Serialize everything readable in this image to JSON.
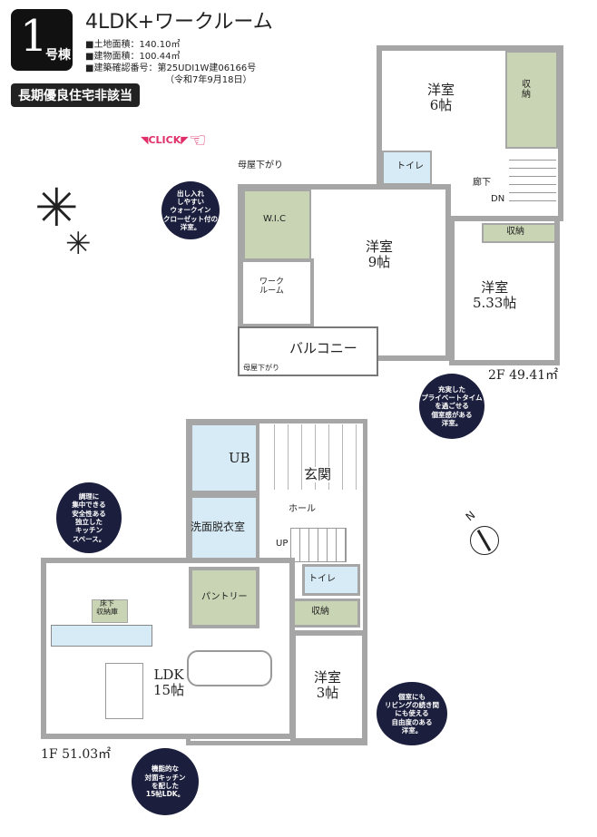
{
  "header": {
    "building_number": "1",
    "building_suffix": "号棟",
    "title": "4LDK+ワークルーム",
    "land_area": "■土地面積：140.10㎡",
    "building_area": "■建物面積：100.44㎡",
    "permit_number": "■建築確認番号：第25UDI1W建06166号",
    "permit_date": "（令和7年9月18日）",
    "label": "長期優良住宅非該当",
    "click": "◥CLICK◤"
  },
  "floor2": {
    "area": "2F 49.41㎡",
    "rooms": {
      "western6": "洋室\n6帖",
      "storage_a": "収\n納",
      "toilet": "トイレ",
      "hallway": "廊下",
      "down": "DN",
      "wic": "W.I.C",
      "western9": "洋室\n9帖",
      "workroom": "ワーク\nルーム",
      "storage_b": "収納",
      "western533": "洋室\n5.33帖",
      "balcony": "バルコニー",
      "eaves_top": "母屋下がり",
      "eaves_bottom": "母屋下がり"
    }
  },
  "floor1": {
    "area": "1F 51.03㎡",
    "rooms": {
      "ub": "UB",
      "entrance": "玄関",
      "washroom": "洗面脱衣室",
      "hall": "ホール",
      "up": "UP",
      "toilet": "トイレ",
      "storage": "収納",
      "pantry": "パントリー",
      "underfloor": "床下\n収納庫",
      "ldk": "LDK\n15帖",
      "western3": "洋室\n3帖"
    }
  },
  "bubbles": [
    "出し入れ\nしやすい\nウォークイン\nクローゼット付の\n洋室。",
    "充実した\nプライベートタイム\nを過ごせる\n個室感がある\n洋室。",
    "調理に\n集中できる\n安全性ある\n独立した\nキッチン\nスペース。",
    "機能的な\n対面キッチン\nを配した\n15帖LDK。",
    "個室にも\nリビングの続き間\nにも使える\n自由度のある\n洋室。"
  ],
  "compass": "N"
}
